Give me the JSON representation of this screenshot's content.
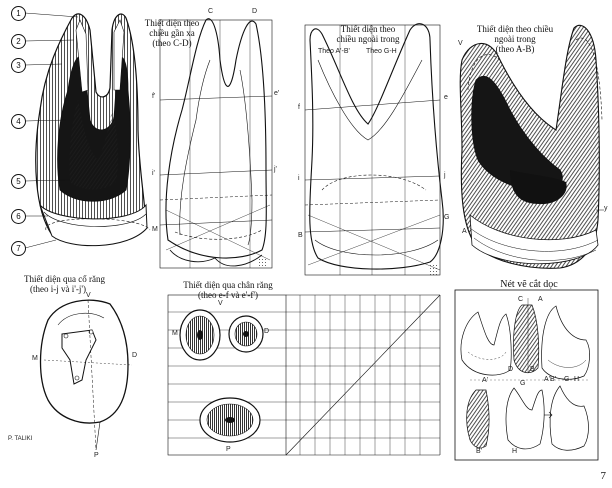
{
  "panel1": {
    "callouts": [
      "1",
      "2",
      "3",
      "4",
      "5",
      "6",
      "7"
    ]
  },
  "panel2": {
    "caption_lines": [
      "Thiết diện theo",
      "chiều gần xa",
      "(theo C-D)"
    ],
    "letters": [
      "C",
      "D",
      "f'",
      "e'",
      "i'",
      "j'",
      "M"
    ]
  },
  "panel3": {
    "caption_lines": [
      "Thiết diện theo",
      "chiều ngoài trong"
    ],
    "sub_a": "Theo A'-B'",
    "sub_b": "Theo G-H",
    "letters": [
      "f",
      "e",
      "i",
      "j",
      "B",
      "G"
    ]
  },
  "panel4": {
    "caption_lines": [
      "Thiết diện theo chiều",
      "ngoài trong",
      "(theo A-B)"
    ],
    "letters": [
      "A",
      "V",
      "y"
    ]
  },
  "panel5": {
    "caption_lines": [
      "Thiết diện qua cổ răng",
      "(theo i-j và i'-j')"
    ],
    "letters": [
      "V",
      "M",
      "D",
      "P"
    ],
    "signature": "P. TALIKI"
  },
  "panel6": {
    "caption_lines": [
      "Thiết diện qua chân răng",
      "(theo e-f và e'-f')"
    ],
    "letters": [
      "V",
      "M",
      "D",
      "P"
    ]
  },
  "panel7": {
    "caption": "Nét vẽ cắt dọc",
    "letters": [
      "C",
      "A",
      "D",
      "B",
      "A'",
      "G",
      "A'B'",
      "G",
      "H",
      "B'",
      "H"
    ]
  },
  "page_number": "7"
}
